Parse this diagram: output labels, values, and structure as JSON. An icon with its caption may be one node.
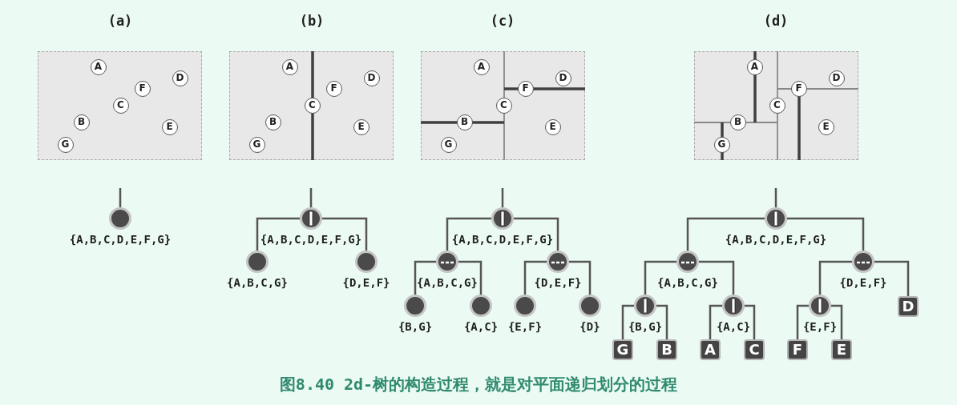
{
  "diagram": {
    "caption": "图8.40 2d-树的构造过程，就是对平面递归划分的过程",
    "nodes": [
      {
        "text": [],
        "shape": "box"
      },
      {
        "text": [
          "A"
        ],
        "in": 0
      },
      {
        "text": [
          "D"
        ],
        "in": 0
      },
      {
        "text": [
          "F"
        ],
        "in": 0
      },
      {
        "text": [
          "C"
        ],
        "in": 0
      },
      {
        "text": [
          "B"
        ],
        "in": 0
      },
      {
        "text": [
          "E"
        ],
        "in": 0
      },
      {
        "text": [
          "G"
        ],
        "in": 0
      },
      {
        "text": [],
        "shape": "box"
      },
      {
        "text": [
          "A"
        ],
        "in": 8
      },
      {
        "text": [
          "D"
        ],
        "in": 8
      },
      {
        "text": [
          "F"
        ],
        "in": 8
      },
      {
        "text": [
          "C"
        ],
        "in": 8
      },
      {
        "text": [
          "B"
        ],
        "in": 8
      },
      {
        "text": [
          "E"
        ],
        "in": 8
      },
      {
        "text": [
          "G"
        ],
        "in": 8
      },
      {
        "text": [],
        "shape": "box"
      },
      {
        "text": [
          "A"
        ],
        "in": 16
      },
      {
        "text": [
          "D"
        ],
        "in": 16
      },
      {
        "text": [
          "F"
        ],
        "in": 16
      },
      {
        "text": [
          "C"
        ],
        "in": 16
      },
      {
        "text": [
          "B"
        ],
        "in": 16
      },
      {
        "text": [
          "E"
        ],
        "in": 16
      },
      {
        "text": [
          "G"
        ],
        "in": 16
      },
      {
        "text": [],
        "shape": "box"
      },
      {
        "text": [
          "A"
        ],
        "in": 24
      },
      {
        "text": [
          "D"
        ],
        "in": 24
      },
      {
        "text": [
          "F"
        ],
        "in": 24
      },
      {
        "text": [
          "C"
        ],
        "in": 24
      },
      {
        "text": [
          "B"
        ],
        "in": 24
      },
      {
        "text": [
          "E"
        ],
        "in": 24
      },
      {
        "text": [
          "G"
        ],
        "in": 24
      },
      {
        "text": [],
        "shape": "circle",
        "beside": [
          "{A,B,C,D,E,F,G}"
        ]
      },
      {
        "text": [],
        "shape": "circle",
        "beside": [
          "{A,B,C,D,E,F,G}"
        ]
      },
      {
        "text": [],
        "shape": "circle",
        "beside": [
          "{A,B,C,G}"
        ]
      },
      {
        "text": [],
        "shape": "circle",
        "beside": [
          "{D,E,F}"
        ]
      },
      {
        "text": [],
        "shape": "circle",
        "beside": [
          "{A,B,C,D,E,F,G}"
        ]
      },
      {
        "text": [],
        "shape": "circle",
        "beside": [
          "{A,B,C,G}"
        ]
      },
      {
        "text": [],
        "shape": "circle",
        "beside": [
          "{D,E,F}"
        ]
      },
      {
        "text": [],
        "shape": "circle",
        "beside": [
          "{B,G}"
        ]
      },
      {
        "text": [],
        "shape": "circle",
        "beside": [
          "{A,C}"
        ]
      },
      {
        "text": [],
        "shape": "circle",
        "beside": [
          "{E,F}"
        ]
      },
      {
        "text": [],
        "shape": "circle",
        "beside": [
          "{D}"
        ]
      },
      {
        "text": [],
        "shape": "circle",
        "beside": [
          "{A,B,C,D,E,F,G}"
        ]
      },
      {
        "text": [],
        "shape": "circle",
        "beside": [
          "{A,B,C,G}"
        ]
      },
      {
        "text": [],
        "shape": "circle",
        "beside": [
          "{D,E,F}"
        ]
      },
      {
        "text": [],
        "shape": "circle",
        "beside": [
          "{B,G}"
        ]
      },
      {
        "text": [],
        "shape": "circle",
        "beside": [
          "{A,C}"
        ]
      },
      {
        "text": [],
        "shape": "circle",
        "beside": [
          "{E,F}"
        ]
      },
      {
        "text": [
          "D"
        ]
      },
      {
        "text": [
          "G"
        ]
      },
      {
        "text": [
          "B"
        ]
      },
      {
        "text": [
          "A"
        ]
      },
      {
        "text": [
          "C"
        ]
      },
      {
        "text": [
          "F"
        ]
      },
      {
        "text": [
          "E"
        ]
      }
    ],
    "edges": [
      {
        "from": null,
        "to": 32,
        "arrow": "none"
      },
      {
        "from": null,
        "to": 33,
        "arrow": "none"
      },
      {
        "from": 33,
        "to": 34,
        "arrow": "none"
      },
      {
        "from": 33,
        "to": 35,
        "arrow": "none"
      },
      {
        "from": null,
        "to": 36,
        "arrow": "none"
      },
      {
        "from": 36,
        "to": 37,
        "arrow": "none"
      },
      {
        "from": 36,
        "to": 38,
        "arrow": "none"
      },
      {
        "from": 37,
        "to": 39,
        "arrow": "none"
      },
      {
        "from": 37,
        "to": 40,
        "arrow": "none"
      },
      {
        "from": 38,
        "to": 41,
        "arrow": "none"
      },
      {
        "from": 38,
        "to": 42,
        "arrow": "none"
      },
      {
        "from": null,
        "to": 43,
        "arrow": "none"
      },
      {
        "from": 43,
        "to": 44,
        "arrow": "none"
      },
      {
        "from": 43,
        "to": 45,
        "arrow": "none"
      },
      {
        "from": 44,
        "to": 46,
        "arrow": "none"
      },
      {
        "from": 44,
        "to": 47,
        "arrow": "none"
      },
      {
        "from": 45,
        "to": 48,
        "arrow": "none"
      },
      {
        "from": 45,
        "to": 49,
        "arrow": "none"
      },
      {
        "from": 46,
        "to": 50,
        "arrow": "none"
      },
      {
        "from": 46,
        "to": 51,
        "arrow": "none"
      },
      {
        "from": 47,
        "to": 52,
        "arrow": "none"
      },
      {
        "from": 47,
        "to": 53,
        "arrow": "none"
      },
      {
        "from": 48,
        "to": 54,
        "arrow": "none"
      },
      {
        "from": 48,
        "to": 55,
        "arrow": "none"
      }
    ],
    "labels": [
      "(a)",
      "(b)",
      "(c)",
      "(d)"
    ]
  }
}
